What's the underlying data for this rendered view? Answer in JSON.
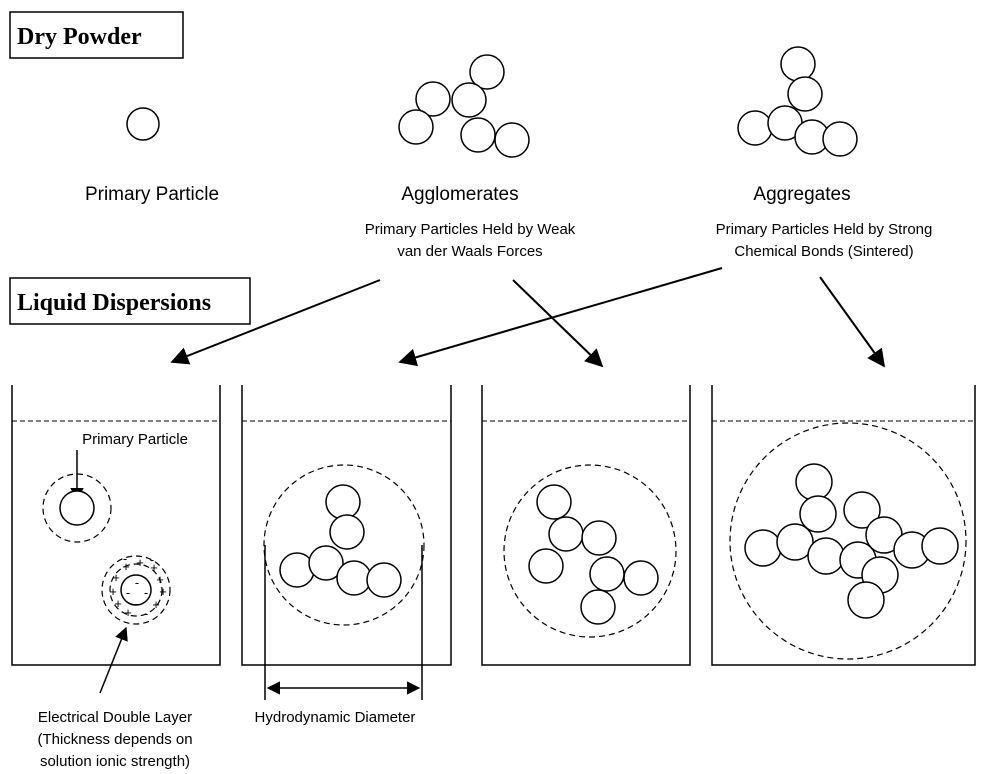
{
  "headings": {
    "dry_powder": "Dry Powder",
    "liquid_dispersions": "Liquid Dispersions"
  },
  "labels": {
    "primary_particle": "Primary Particle",
    "agglomerates": "Agglomerates",
    "agglomerates_desc_line1": "Primary Particles Held by Weak",
    "agglomerates_desc_line2": "van der Waals Forces",
    "aggregates": "Aggregates",
    "aggregates_desc_line1": "Primary Particles Held by Strong",
    "aggregates_desc_line2": "Chemical Bonds (Sintered)",
    "tank_primary_particle": "Primary Particle",
    "edl_line1": "Electrical Double Layer",
    "edl_line2": "(Thickness depends on",
    "edl_line3": "solution ionic strength)",
    "hydrodynamic_diameter": "Hydrodynamic Diameter"
  },
  "charges": {
    "plus": "+",
    "minus": "-"
  }
}
